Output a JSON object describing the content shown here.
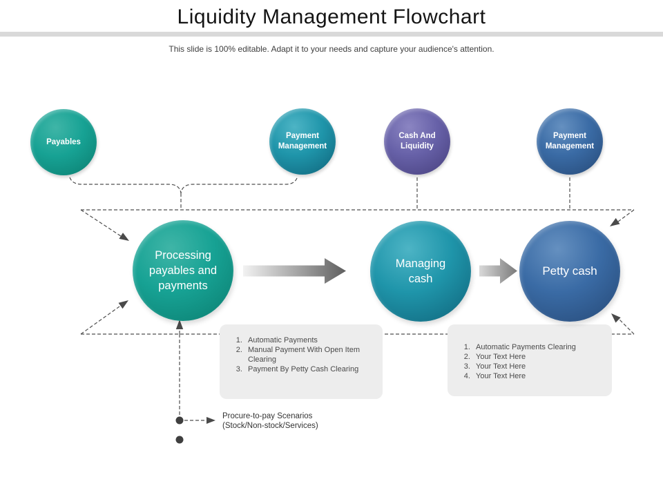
{
  "slide": {
    "title": "Liquidity Management Flowchart",
    "subtitle": "This slide is 100% editable. Adapt it to your needs and capture your audience's attention."
  },
  "top_circles": [
    {
      "label": "Payables",
      "color": "#17a294"
    },
    {
      "label": "Payment Management",
      "color": "#1f95aa"
    },
    {
      "label": "Cash And Liquidity",
      "color": "#6761a8"
    },
    {
      "label": "Payment Management",
      "color": "#3a6ba5"
    }
  ],
  "main_circles": [
    {
      "label": "Processing payables and payments",
      "color": "#17a294"
    },
    {
      "label": "Managing cash",
      "color": "#1f95aa"
    },
    {
      "label": "Petty cash",
      "color": "#3a6ba5"
    }
  ],
  "note_boxes": [
    {
      "items": [
        "Automatic Payments",
        "Manual Payment With Open Item Clearing",
        "Payment By Petty Cash Clearing"
      ]
    },
    {
      "items": [
        "Automatic Payments Clearing",
        "Your Text Here",
        "Your Text Here",
        "Your Text Here"
      ]
    }
  ],
  "footer_label": {
    "line1": "Procure-to-pay Scenarios",
    "line2": "(Stock/Non-stock/Services)"
  },
  "colors": {
    "teal_green": "#17a294",
    "teal_blue": "#1f95aa",
    "purple": "#6761a8",
    "blue": "#3a6ba5",
    "divider_gray": "#d9d9d9",
    "note_box_gray": "#ededed",
    "connector_gray": "#4d4d4d",
    "flow_arrow_dark": "#5f5f5f"
  }
}
